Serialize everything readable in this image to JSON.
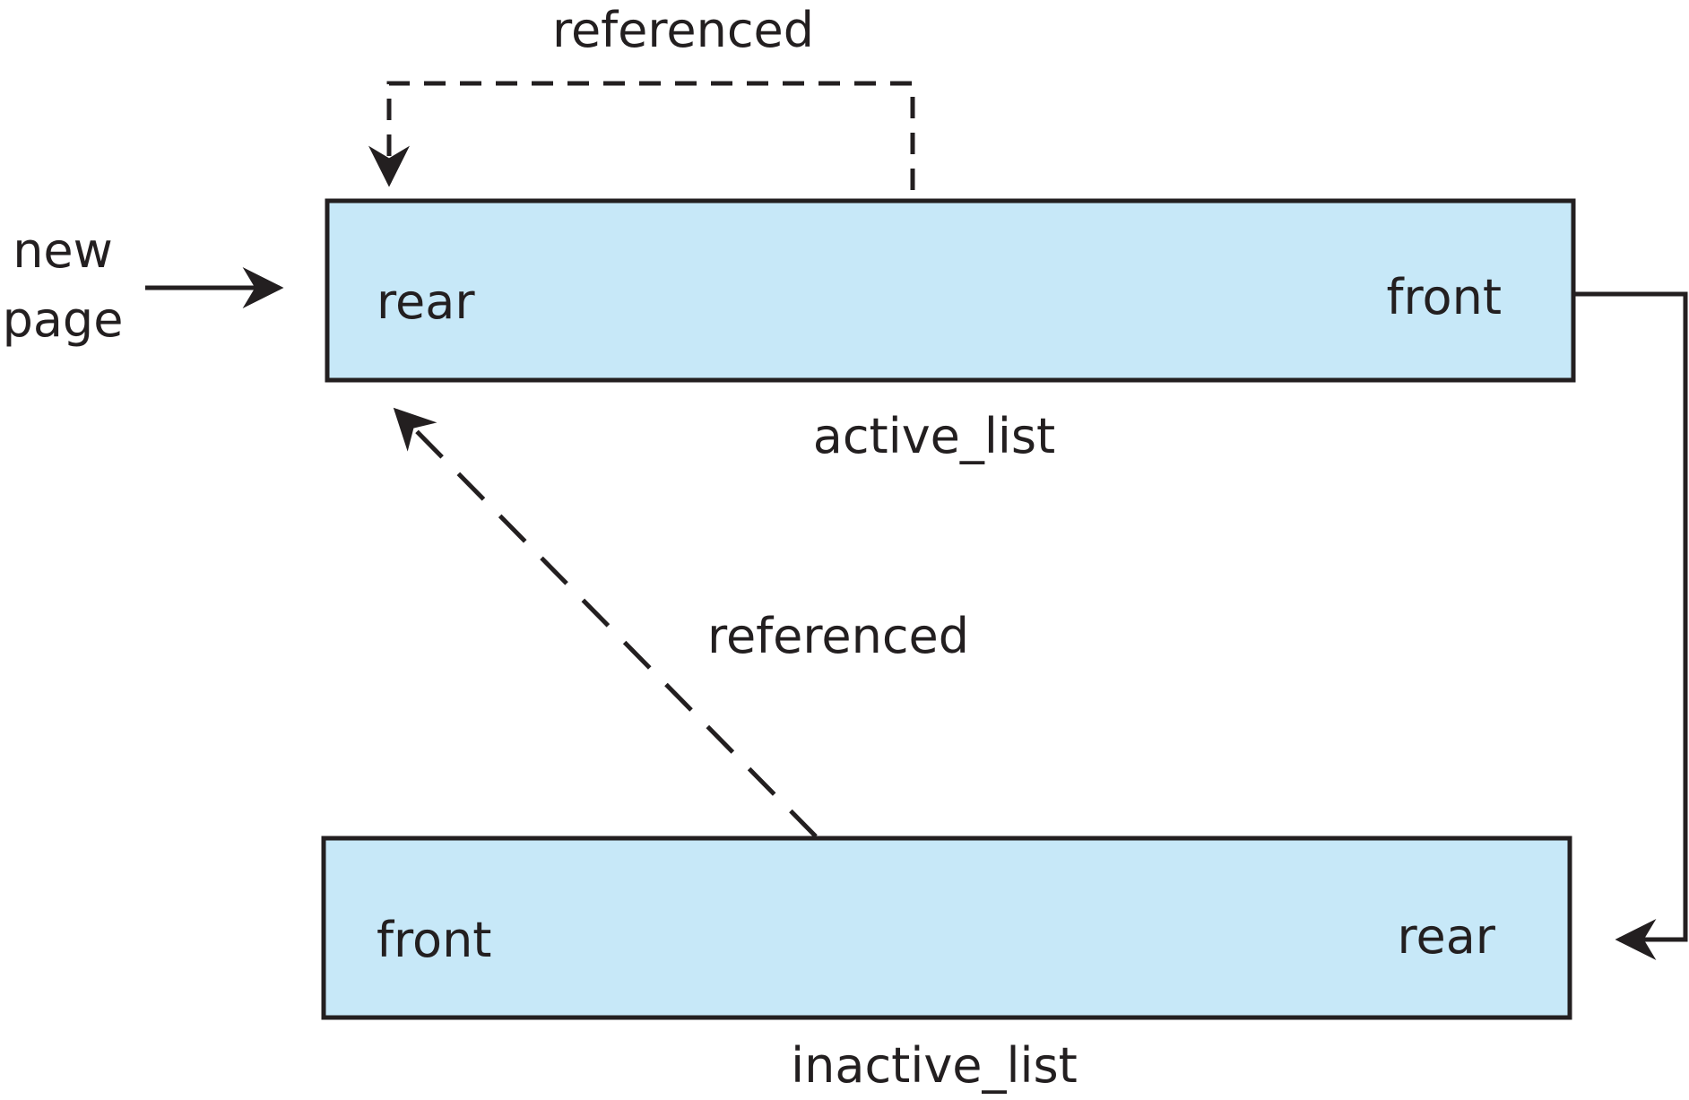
{
  "colors": {
    "box_fill": "#c7e8f8",
    "stroke": "#231f20",
    "background": "#ffffff"
  },
  "labels": {
    "new_page_line1": "new",
    "new_page_line2": "page",
    "referenced_top": "referenced",
    "referenced_middle": "referenced"
  },
  "active_list": {
    "name": "active_list",
    "left_label": "rear",
    "right_label": "front"
  },
  "inactive_list": {
    "name": "inactive_list",
    "left_label": "front",
    "right_label": "rear"
  }
}
